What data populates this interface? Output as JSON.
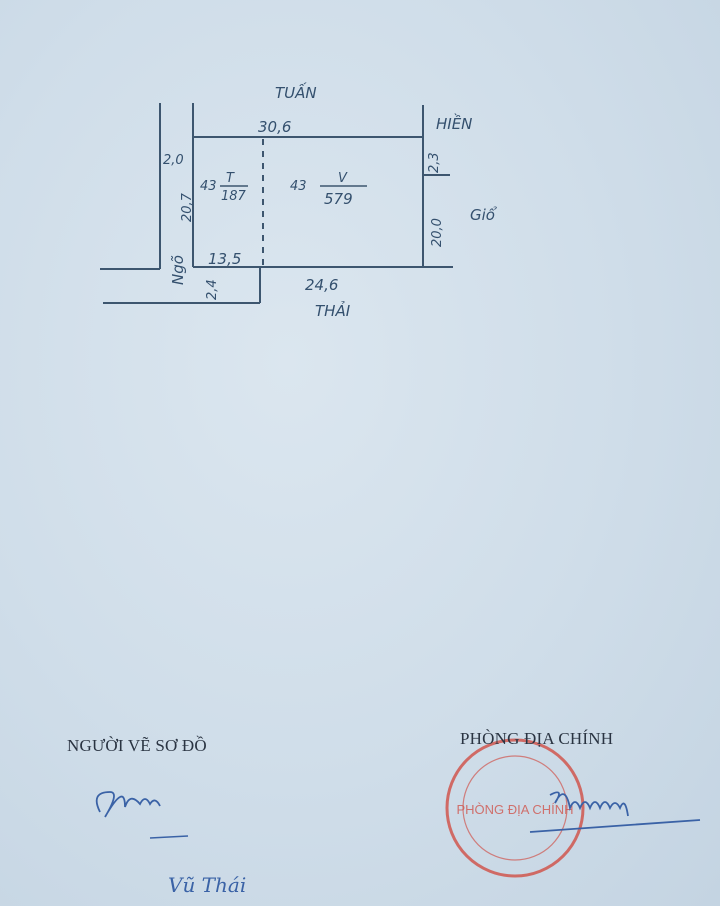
{
  "sketch": {
    "neighbors": {
      "north": "TUẤN",
      "north_east": "HIỀN",
      "east": "Giổ",
      "south": "THẢI",
      "west": "Ngõ"
    },
    "dimensions": {
      "top": "30,6",
      "bottom_left": "13,5",
      "bottom_right": "24,6",
      "left_outer": "2,0",
      "left": "20,7",
      "right_upper": "2,3",
      "right_lower": "20,0",
      "lane": "2,4"
    },
    "parcels": [
      {
        "number": "43",
        "land_type": "T",
        "area": "187"
      },
      {
        "number": "43",
        "land_type": "V",
        "area": "579"
      }
    ]
  },
  "footer": {
    "drawer_title": "NGƯỜI VẼ SƠ ĐỒ",
    "drawer_name": "Vũ Thái",
    "office_title": "PHÒNG ĐỊA CHÍNH",
    "stamp_text": "PHÒNG ĐỊA CHÍNH"
  },
  "colors": {
    "ink": "#34506e",
    "stamp": "#d0564e",
    "signature": "#3a62a6"
  }
}
